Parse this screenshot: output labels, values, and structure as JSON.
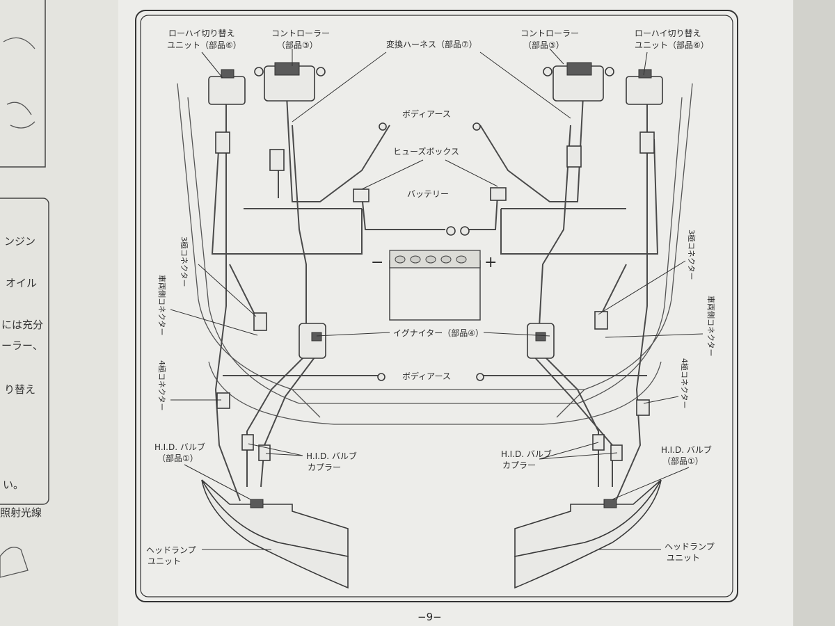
{
  "diagram": {
    "labels": {
      "lowhigh_left_1": "ローハイ切り替え",
      "lowhigh_left_2": "ユニット（部品⑥）",
      "lowhigh_right_1": "ローハイ切り替え",
      "lowhigh_right_2": "ユニット（部品⑥）",
      "controller_left_1": "コントローラー",
      "controller_left_2": "（部品③）",
      "controller_right_1": "コントローラー",
      "controller_right_2": "（部品③）",
      "harness": "変換ハーネス（部品⑦）",
      "body_earth_top": "ボディアース",
      "fuse_box": "ヒューズボックス",
      "battery": "バッテリー",
      "igniter": "イグナイター（部品④）",
      "body_earth_bottom": "ボディアース",
      "minus": "−",
      "plus": "+",
      "conn3_left": "3極コネクター",
      "conn3_right": "3極コネクター",
      "vehicle_conn_left": "車両側コネクター",
      "vehicle_conn_right": "車両側コネクター",
      "conn4_left": "4極コネクター",
      "conn4_right": "4極コネクター",
      "hid_bulb_left_1": "H.I.D. バルブ",
      "hid_bulb_left_2": "（部品①）",
      "hid_bulb_right_1": "H.I.D. バルブ",
      "hid_bulb_right_2": "（部品①）",
      "hid_coupler_left_1": "H.I.D. バルブ",
      "hid_coupler_left_2": "カプラー",
      "hid_coupler_right_1": "H.I.D. バルブ",
      "hid_coupler_right_2": "カプラー",
      "headlamp_left_1": "ヘッドランプ",
      "headlamp_left_2": "ユニット",
      "headlamp_right_1": "ヘッドランプ",
      "headlamp_right_2": "ユニット"
    },
    "page_number": "−9−"
  },
  "left_page_fragments": [
    "ンジン",
    "オイル",
    "には充分",
    "ーラー、",
    "り替え",
    "い。",
    "照射光線"
  ]
}
